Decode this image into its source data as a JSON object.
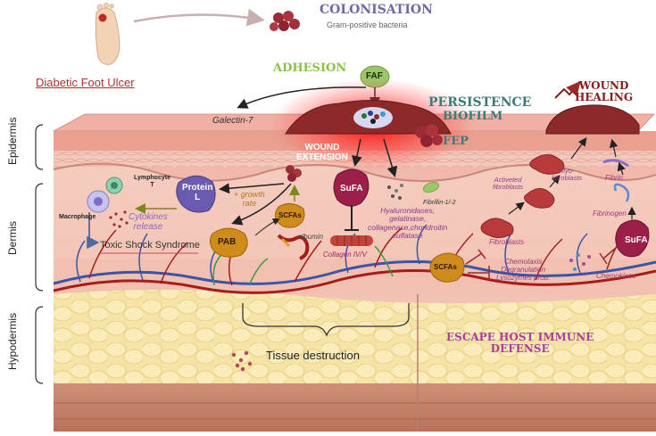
{
  "header": {
    "ulcer_label": "Diabetic Foot Ulcer",
    "colonisation_title": "COLONISATION",
    "colonisation_subtitle": "Gram-positive bacteria"
  },
  "stages": {
    "adhesion": "ADHESION",
    "persistence": "PERSISTENCE",
    "biofilm": "BIOFILM",
    "wound_extension_line1": "WOUND",
    "wound_extension_line2": "EXTENSION",
    "wound_healing_line1": "WOUND",
    "wound_healing_line2": "HEALING",
    "escape_line1": "ESCAPE HOST IMMUNE",
    "escape_line2": "DEFENSE",
    "tissue_destruction": "Tissue destruction"
  },
  "layers": {
    "epidermis": "Epidermis",
    "dermis": "Dermis",
    "hypodermis": "Hypodermis"
  },
  "factors": {
    "faf": "FAF",
    "fep": "FEP",
    "sufa": "SuFA",
    "sufa_right": "SuFA",
    "protein_l_line1": "Protein",
    "protein_l_line2": "L",
    "pab": "PAB",
    "scfas": "SCFAs",
    "scfas_right": "SCFAs",
    "galectin": "Galectin-7"
  },
  "labels": {
    "lymphocyte_line1": "Lymphocyte",
    "lymphocyte_line2": "T",
    "macrophage": "Macrophage",
    "cytokines_line1": "Cytokines",
    "cytokines_line2": "release",
    "toxic_shock": "Toxic Shock Syndrome",
    "growth_line1": "+ growth",
    "growth_line2": "rate",
    "albumin": "albumin",
    "collagen": "Collagen IV/V",
    "enzymes_line1": "Hyaluronidases,",
    "enzymes_line2": "gelatinase,",
    "enzymes_line3": "collagenase,chondroitin",
    "enzymes_line4": "sulfatase",
    "fibrillin": "Fibrillin-1/-2",
    "activated_line1": "Activeted",
    "activated_line2": "fibroblasts",
    "myofibro_line1": "Myo-",
    "myofibro_line2": "fibroblasts",
    "fibrin": "Fibrin",
    "fibrinogen": "Fibrinogen",
    "fibroblasts": "Fibroblasts",
    "chemotaxis": "Chemotaxis",
    "degranulation": "Degranulation",
    "lysozymes": "Lysozymes prod.",
    "chemokines": "Chemokines"
  },
  "colors": {
    "adhesion_green": "#8bc34a",
    "persistence_teal": "#3d7a7a",
    "colonisation_purple": "#6e6aa8",
    "healing_red": "#8b1a1a",
    "escape_magenta": "#b03c9a",
    "wound_red": "#e00000",
    "sufa_maroon": "#9c1f4a",
    "pab_orange": "#d08c1a",
    "protein_purple": "#6b5bb0",
    "skin_pink": "#f2c2b4",
    "fat_yellow": "#f6e3a6"
  }
}
